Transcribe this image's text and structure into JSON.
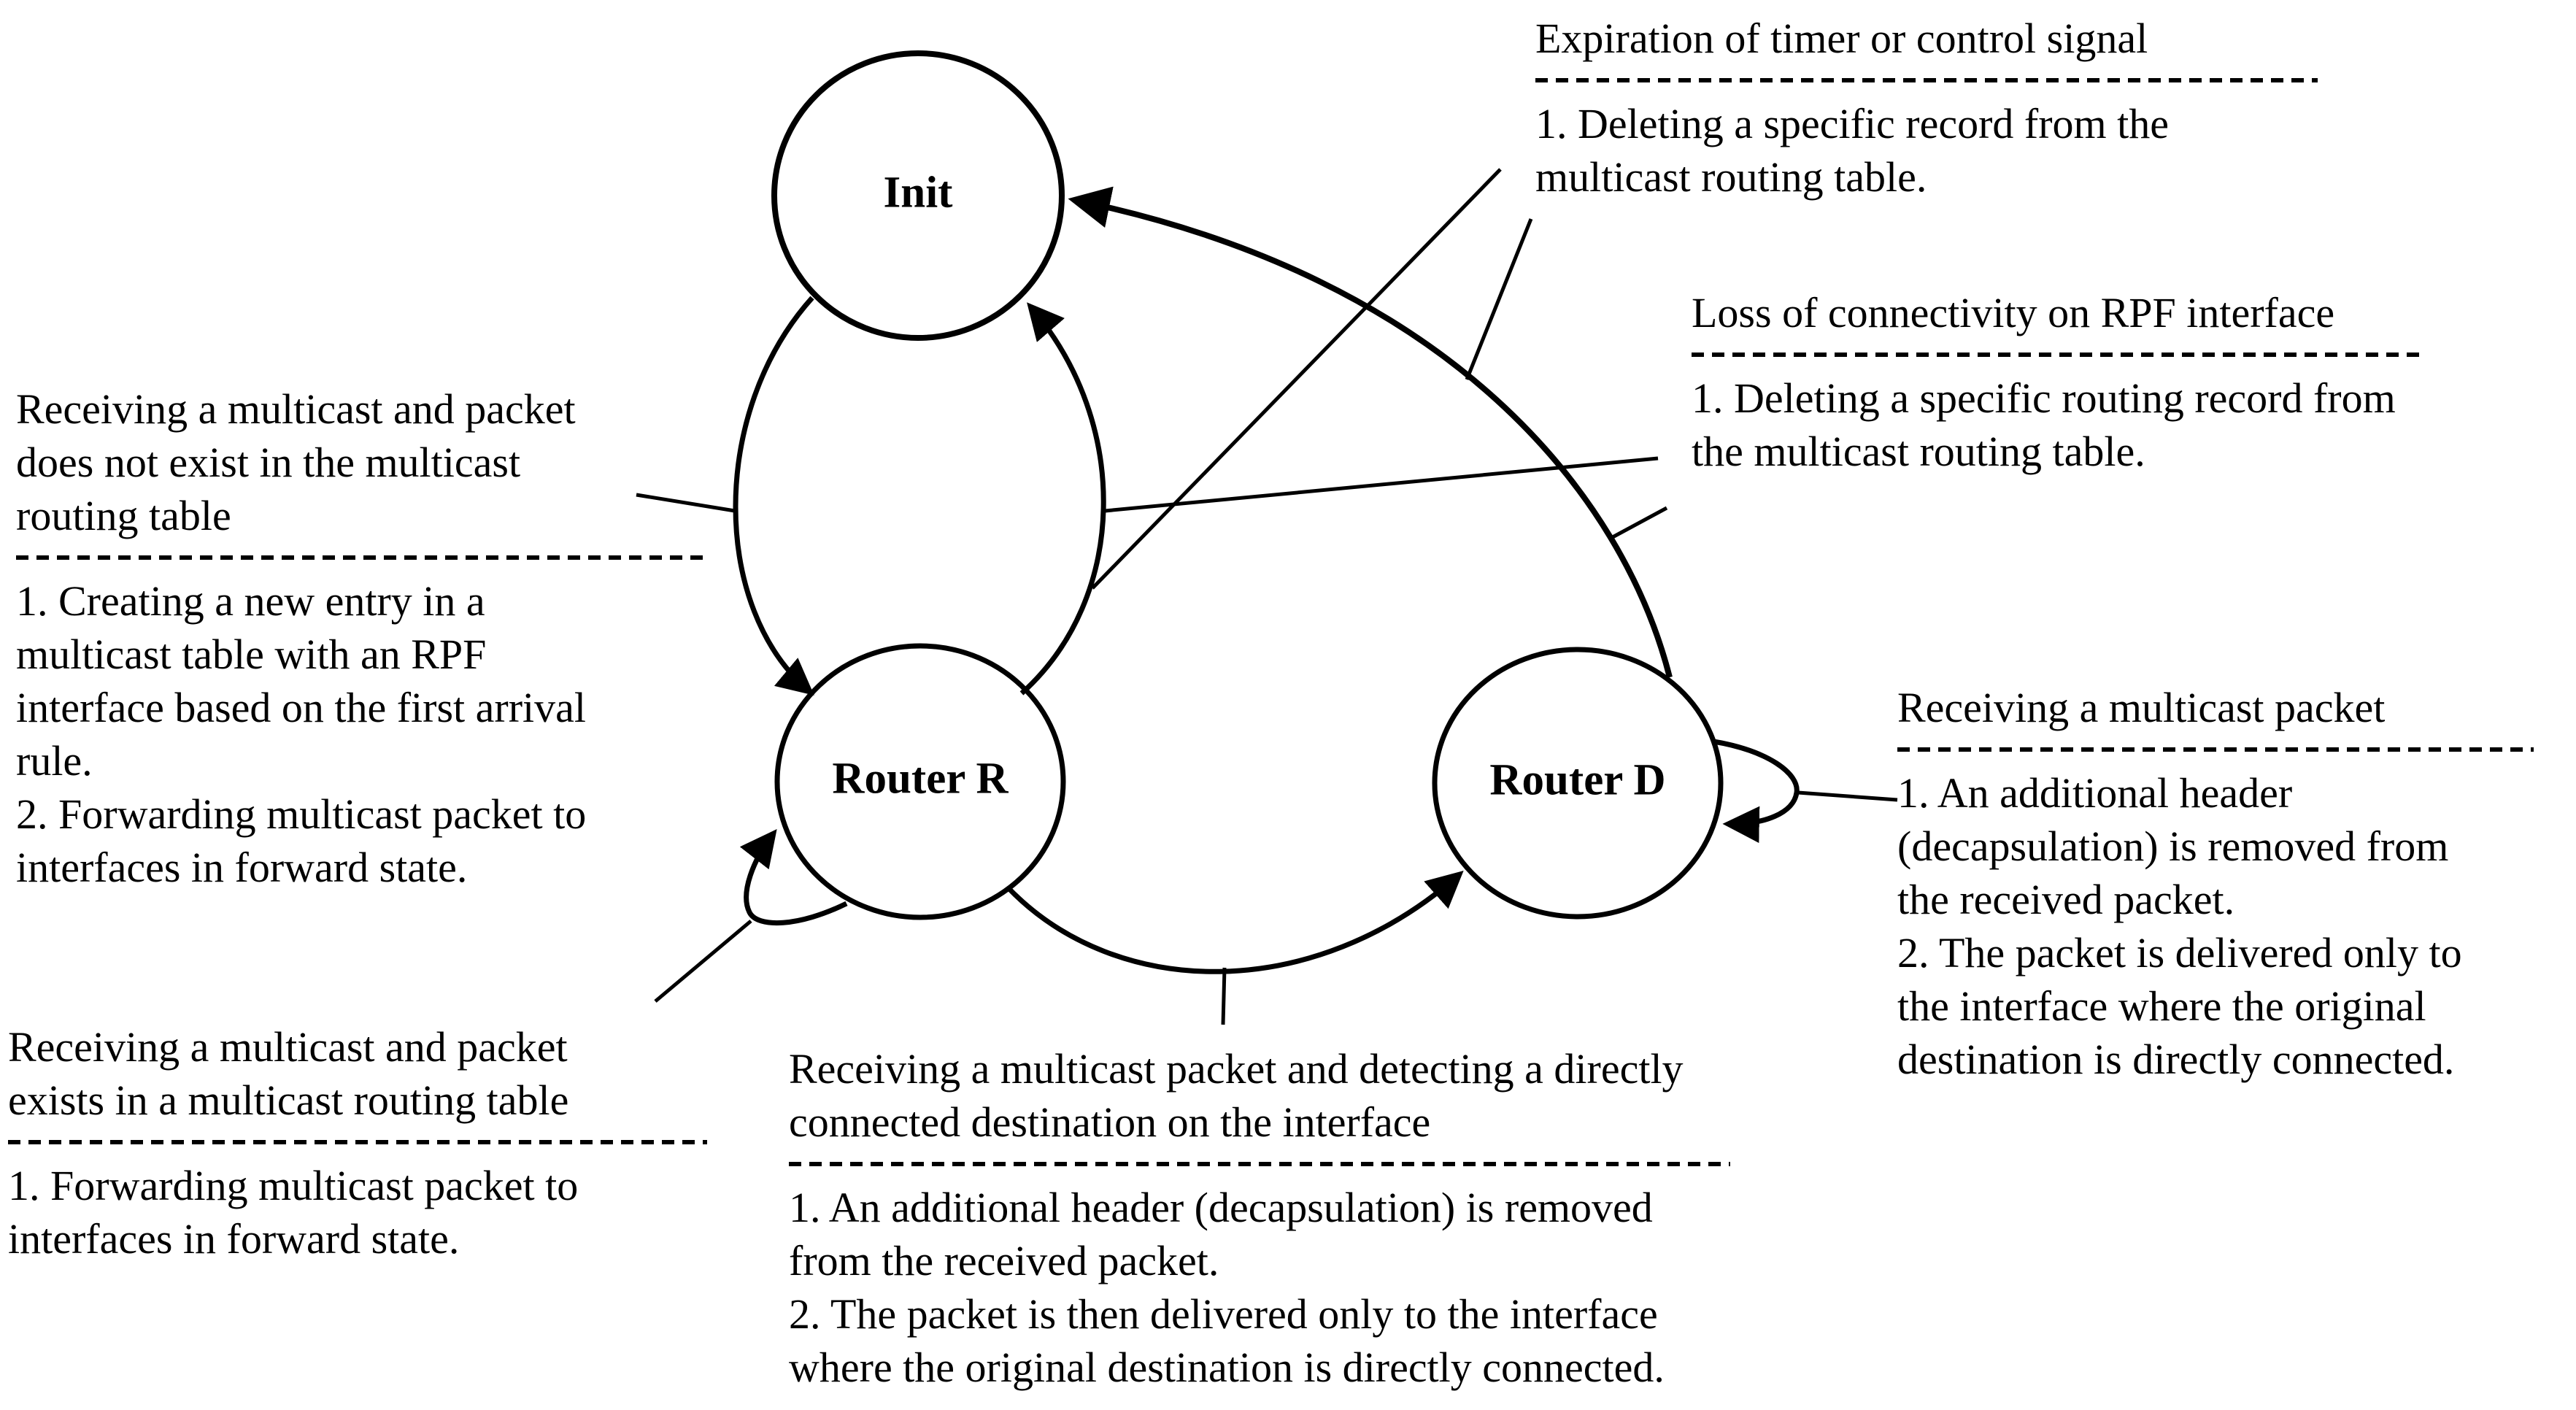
{
  "colors": {
    "ink": "#000000",
    "background": "#ffffff"
  },
  "nodes": {
    "init": {
      "label": "Init"
    },
    "router_r": {
      "label": "Router R"
    },
    "router_d": {
      "label": "Router D"
    }
  },
  "labels": {
    "packet_not_in_table": {
      "title_lines": [
        "Receiving a multicast and packet",
        "does not exist in the multicast",
        "routing table"
      ],
      "items": [
        "1. Creating a new entry in a",
        "multicast table with an RPF",
        "interface based on the first arrival",
        "rule.",
        "2. Forwarding multicast packet to",
        "interfaces in forward state."
      ]
    },
    "packet_in_table": {
      "title_lines": [
        "Receiving a multicast and packet",
        "exists in a multicast routing table"
      ],
      "items": [
        "1. Forwarding multicast packet to",
        "interfaces in forward state."
      ]
    },
    "timer_expiration": {
      "title_lines": [
        "Expiration of timer or control signal"
      ],
      "items": [
        "1. Deleting a specific record from the",
        "multicast routing table."
      ]
    },
    "rpf_loss": {
      "title_lines": [
        "Loss of connectivity on RPF interface"
      ],
      "items": [
        "1. Deleting a specific routing record from",
        "the multicast routing table."
      ]
    },
    "router_d_receive": {
      "title_lines": [
        "Receiving a multicast packet"
      ],
      "items": [
        "1. An additional header",
        "(decapsulation) is removed from",
        "the received packet.",
        "2. The packet is delivered only to",
        "the interface where the original",
        "destination is directly connected."
      ]
    },
    "direct_destination": {
      "title_lines": [
        "Receiving a multicast packet and detecting a directly",
        "connected destination on the interface"
      ],
      "items": [
        "1. An additional header (decapsulation) is removed",
        "from the received packet.",
        "2. The packet is then delivered only to the interface",
        "where the original destination is directly connected."
      ]
    }
  }
}
